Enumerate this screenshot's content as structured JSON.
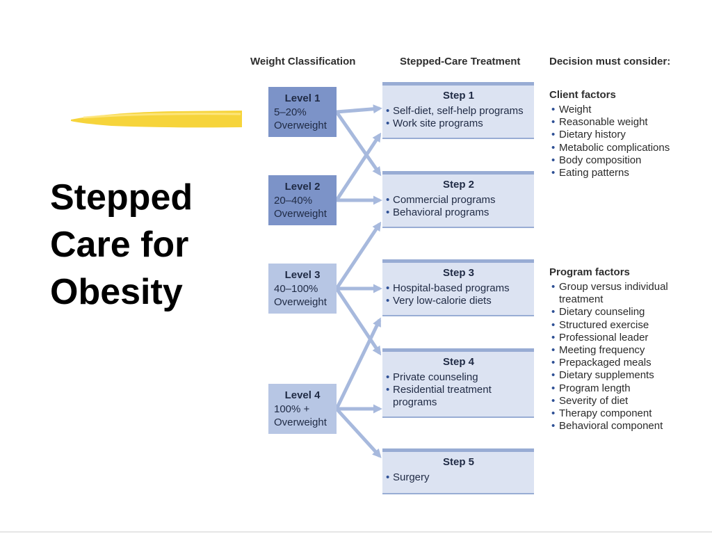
{
  "title": {
    "lines": [
      "Stepped",
      "Care for",
      "Obesity"
    ]
  },
  "headers": {
    "classification": "Weight Classification",
    "treatment": "Stepped-Care Treatment",
    "decision": "Decision must consider:"
  },
  "levels": [
    {
      "name": "Level 1",
      "range": "5–20%",
      "note": "Overweight"
    },
    {
      "name": "Level 2",
      "range": "20–40%",
      "note": "Overweight"
    },
    {
      "name": "Level 3",
      "range": "40–100%",
      "note": "Overweight"
    },
    {
      "name": "Level 4",
      "range": "100% +",
      "note": "Overweight"
    }
  ],
  "steps": [
    {
      "name": "Step 1",
      "items": [
        "Self-diet, self-help programs",
        "Work site programs"
      ]
    },
    {
      "name": "Step 2",
      "items": [
        "Commercial programs",
        "Behavioral programs"
      ]
    },
    {
      "name": "Step 3",
      "items": [
        "Hospital-based programs",
        "Very low-calorie diets"
      ]
    },
    {
      "name": "Step 4",
      "items": [
        "Private counseling",
        "Residential treatment programs"
      ]
    },
    {
      "name": "Step 5",
      "items": [
        "Surgery"
      ]
    }
  ],
  "client_factors": {
    "title": "Client factors",
    "items": [
      "Weight",
      "Reasonable weight",
      "Dietary history",
      "Metabolic complications",
      "Body composition",
      "Eating patterns"
    ]
  },
  "program_factors": {
    "title": "Program factors",
    "items": [
      "Group versus individual treatment",
      "Dietary counseling",
      "Structured exercise",
      "Professional leader",
      "Meeting frequency",
      "Prepackaged meals",
      "Dietary supplements",
      "Program length",
      "Severity of diet",
      "Therapy component",
      "Behavioral component"
    ]
  },
  "colors": {
    "level_dark": "#7c93c8",
    "level_light": "#b7c6e4",
    "step_fill": "#dce3f2",
    "step_border": "#98acd4",
    "arrow": "#a7b9dd",
    "bullet": "#2d4f94",
    "highlight": "#f5d230"
  }
}
